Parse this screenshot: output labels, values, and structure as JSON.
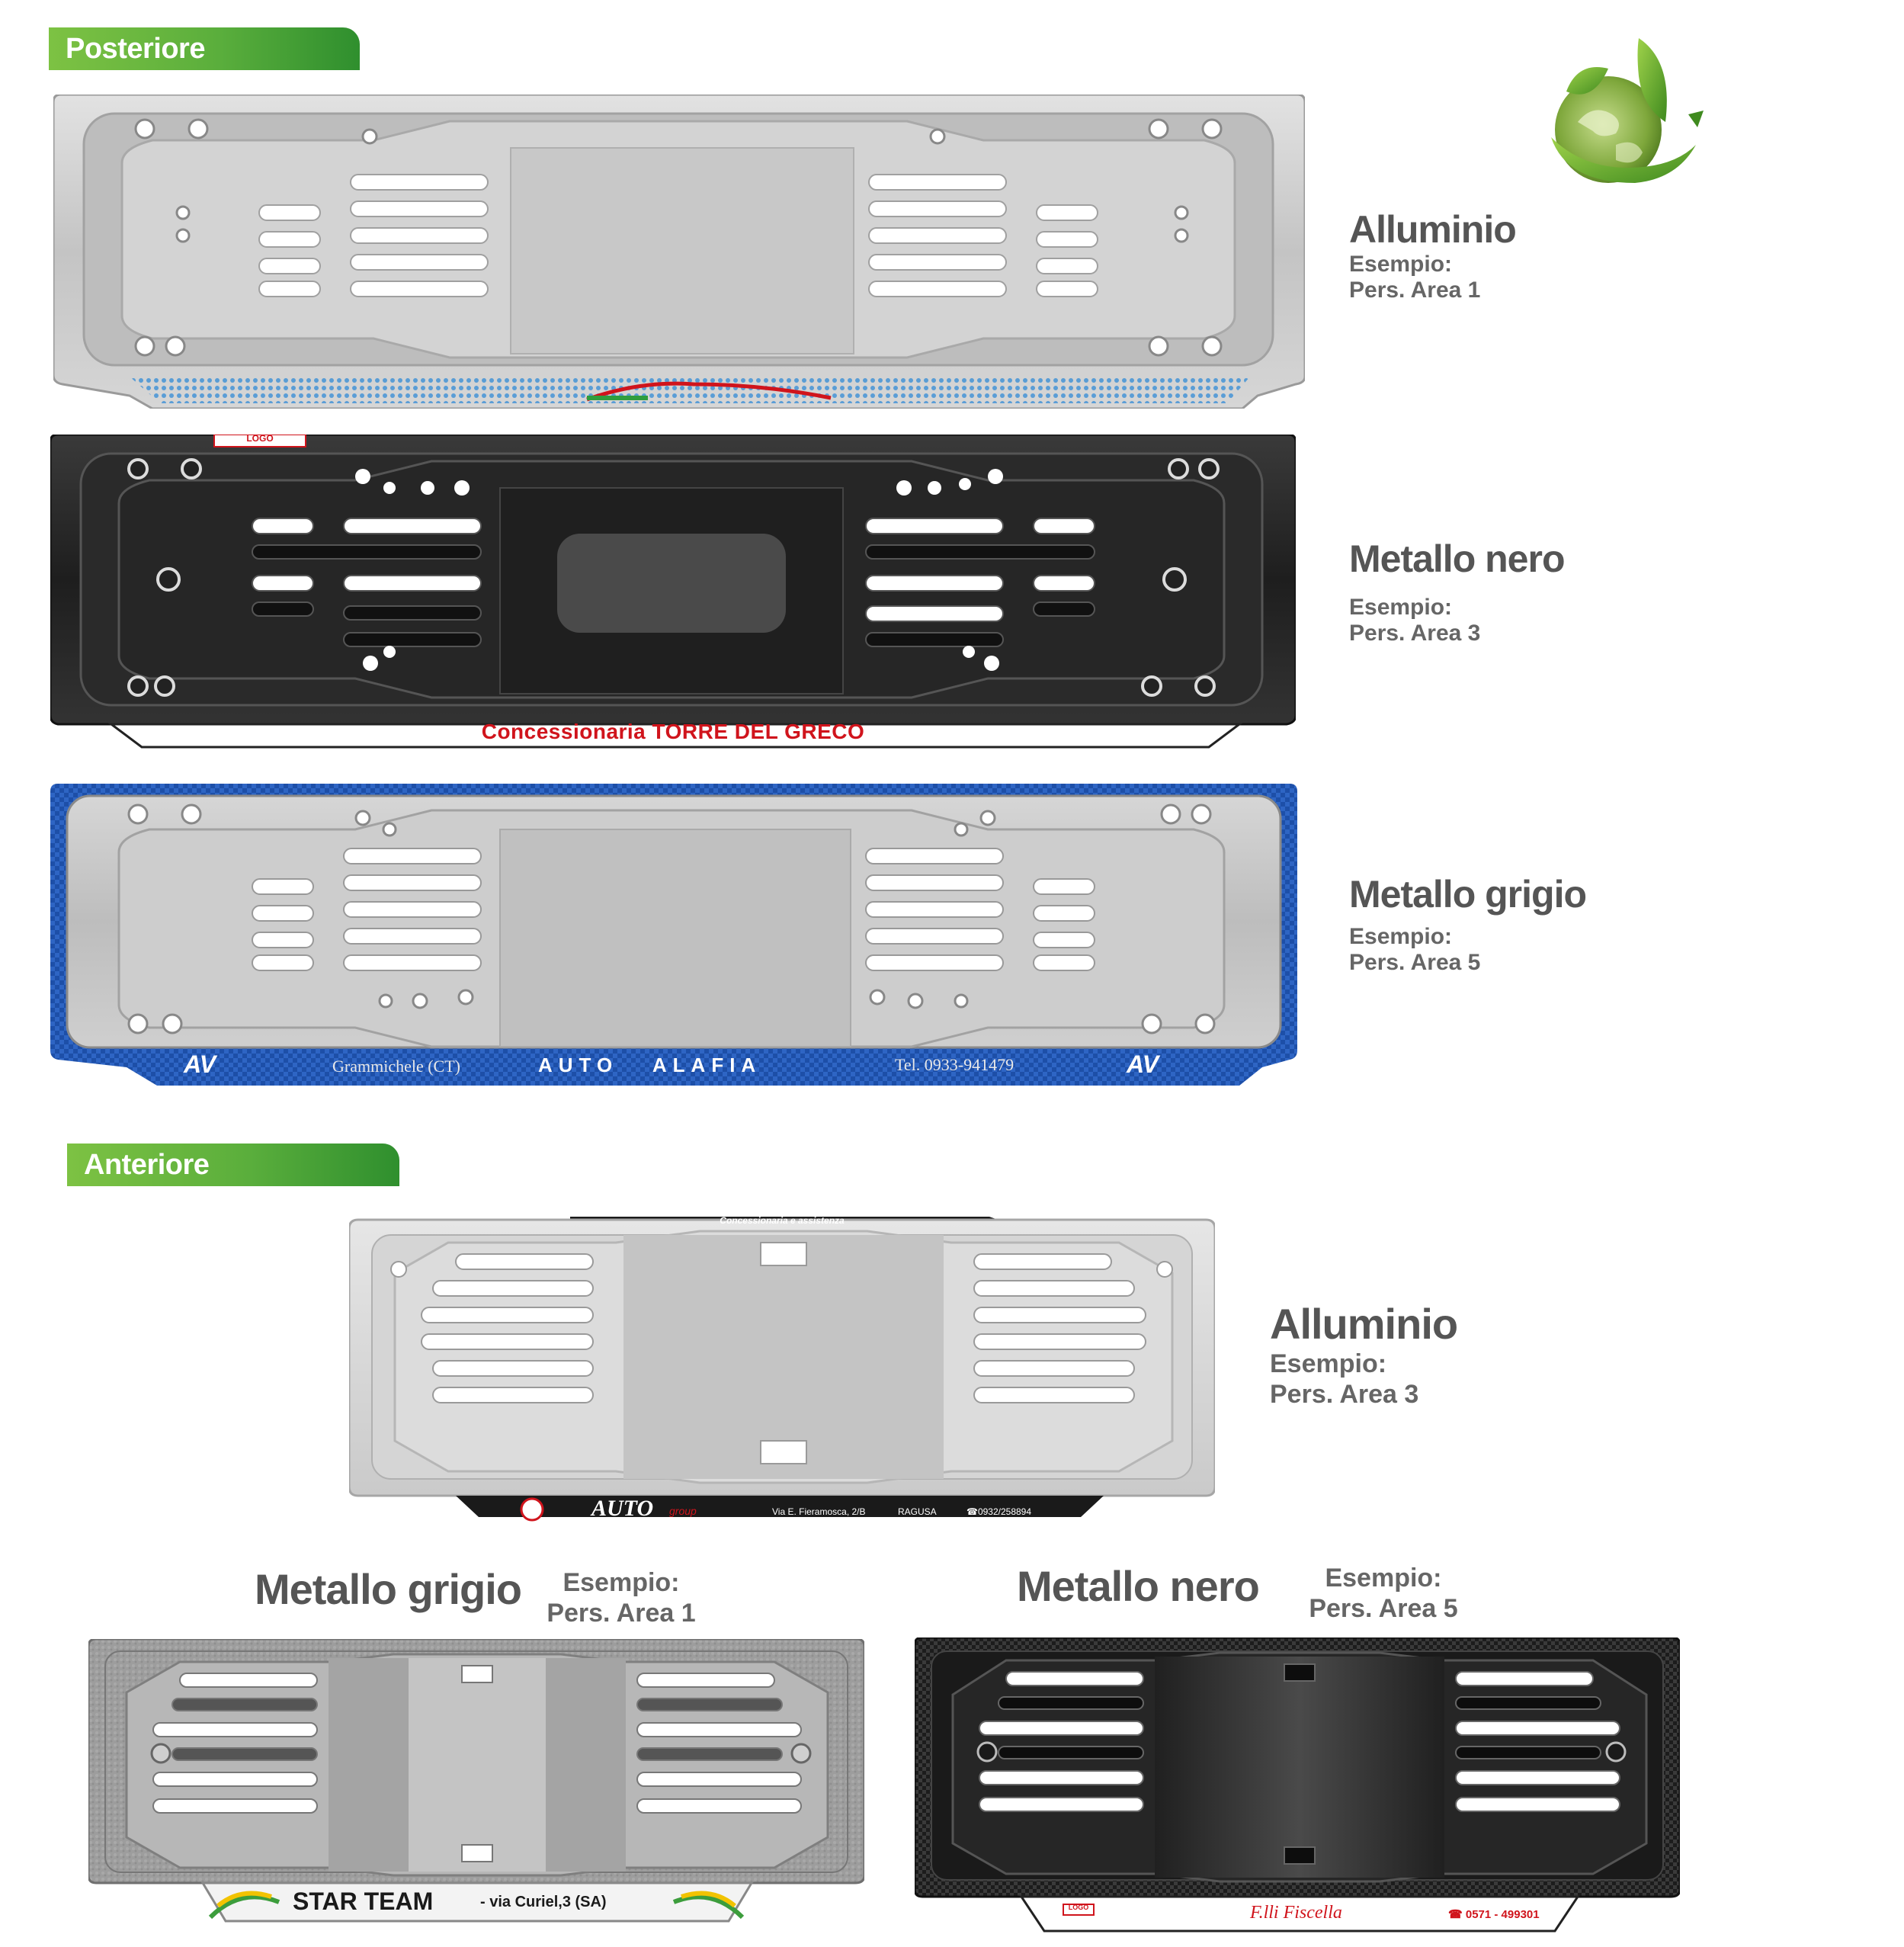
{
  "sections": {
    "rear": "Posteriore",
    "front": "Anteriore"
  },
  "rear_plates": [
    {
      "material": "Alluminio",
      "example_label": "Esempio:",
      "example_value": "Pers. Area 1"
    },
    {
      "material": "Metallo nero",
      "example_label": "Esempio:",
      "example_value": "Pers. Area 3",
      "strip_text": "Concessionaria TORRE DEL GRECO",
      "logo_text": "LOGO"
    },
    {
      "material": "Metallo grigio",
      "example_label": "Esempio:",
      "example_value": "Pers. Area 5",
      "strip_logo": "AV",
      "strip_city": "Grammichele (CT)",
      "strip_name": "AUTO   ALAFIA",
      "strip_phone": "Tel. 0933-941479"
    }
  ],
  "front_plates": [
    {
      "material": "Alluminio",
      "example_label": "Esempio:",
      "example_value": "Pers. Area 3",
      "top_text": "Concessionaria e assistenza",
      "strip_brand": "AUTO",
      "strip_brand_sub": "group",
      "strip_address": "Via E. Fieramosca, 2/B",
      "strip_city": "RAGUSA",
      "strip_phone": "☎0932/258894"
    },
    {
      "material": "Metallo grigio",
      "example_label": "Esempio:",
      "example_value": "Pers. Area 1",
      "strip_name": "STAR TEAM",
      "strip_address": "- via Curiel,3 (SA)"
    },
    {
      "material": "Metallo nero",
      "example_label": "Esempio:",
      "example_value": "Pers. Area 5",
      "logo_text": "LOGO",
      "strip_name": "F.lli Fiscella",
      "strip_phone": "☎ 0571 - 499301"
    }
  ],
  "colors": {
    "green_tag": "#5aae3c",
    "aluminium": "#c9c9c9",
    "black": "#2a2a2a",
    "grey": "#a9a9a9",
    "blue_carbon": "#1d4fa8",
    "strip_red": "#d0141c"
  },
  "icons": [
    "eco-globe-icon"
  ]
}
